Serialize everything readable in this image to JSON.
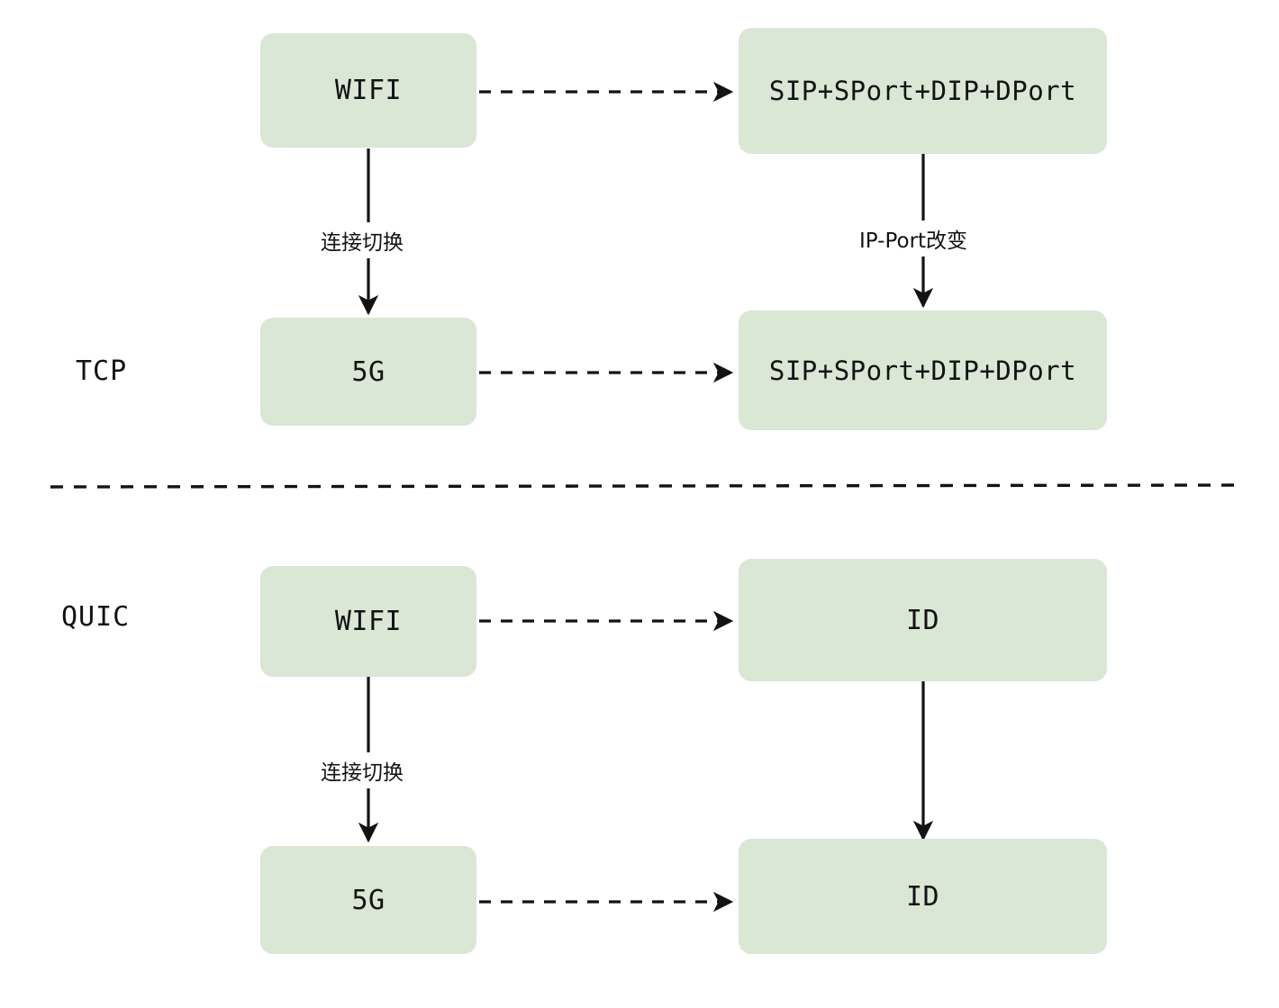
{
  "diagram": {
    "title": "TCP vs QUIC connection migration",
    "colors": {
      "node_fill": "#d9e7d4",
      "stroke": "#131313",
      "background": "#ffffff"
    },
    "sections": [
      {
        "id": "tcp",
        "protocol_label": "TCP",
        "nodes": {
          "source_top": "WIFI",
          "source_bottom": "5G",
          "target_top": "SIP+SPort+DIP+DPort",
          "target_bottom": "SIP+SPort+DIP+DPort"
        },
        "edge_labels": {
          "left_vertical": "连接切换",
          "right_vertical": "IP-Port改变"
        }
      },
      {
        "id": "quic",
        "protocol_label": "QUIC",
        "nodes": {
          "source_top": "WIFI",
          "source_bottom": "5G",
          "target_top": "ID",
          "target_bottom": "ID"
        },
        "edge_labels": {
          "left_vertical": "连接切换",
          "right_vertical": ""
        }
      }
    ],
    "separator": "dashed-divider"
  }
}
